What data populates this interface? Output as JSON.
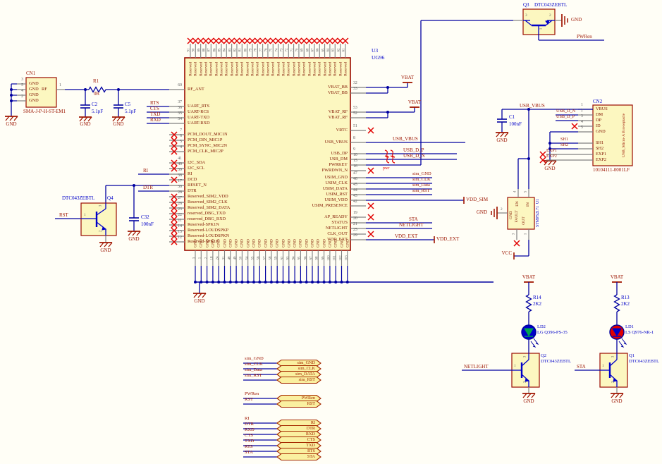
{
  "colors": {
    "wire": "#0000a0",
    "stub": "#808080",
    "body_fill": "#fcf7c0",
    "body_border": "#9a0a00",
    "net_label": "#9c1400",
    "designator": "#0000c8",
    "pin_name": "#801400",
    "pin_number": "#606060",
    "x_mark": "#e10000",
    "dot": "#0000a0",
    "gnd_symbol": "#a01400",
    "port_fill": "#faf0a0",
    "port_border": "#a52a00",
    "led2_color": "#00a550",
    "led1_color": "#e00000"
  },
  "u3": {
    "designator": "U3",
    "part": "UG96",
    "left_pins": [
      {
        "n": "60",
        "name": "RF_ANT"
      },
      {
        "n": "37",
        "name": "UART_RTS"
      },
      {
        "n": "36",
        "name": "UART-RCS"
      },
      {
        "n": "35",
        "name": "UART-TXD"
      },
      {
        "n": "34",
        "name": "UART-RXD"
      },
      {
        "n": "7",
        "name": "PCM_DOUT_MIC1N",
        "nc": true
      },
      {
        "n": "6",
        "name": "PCM_DIN_MIC1P",
        "nc": true
      },
      {
        "n": "5",
        "name": "PCM_SYNC_MIC2N",
        "nc": true
      },
      {
        "n": "4",
        "name": "PCM_CLK_MIC2P",
        "nc": true
      },
      {
        "n": "41",
        "name": "I2C_SDA",
        "nc": true
      },
      {
        "n": "40",
        "name": "I2C_SCL",
        "nc": true
      },
      {
        "n": "39",
        "name": "RI"
      },
      {
        "n": "38",
        "name": "DCD",
        "nc": true
      },
      {
        "n": "17",
        "name": "RESET_N"
      },
      {
        "n": "30",
        "name": "DTR"
      },
      {
        "n": "28",
        "name": "Reserved_SIM2_VDD",
        "nc": true
      },
      {
        "n": "27",
        "name": "Reserved_SIM2_CLK",
        "nc": true
      },
      {
        "n": "26",
        "name": "Reserved_SIM2_DATA",
        "nc": true
      },
      {
        "n": "23",
        "name": "reserved_DBG_TXD",
        "nc": true
      },
      {
        "n": "22",
        "name": "reserved_DBG_RXD",
        "nc": true
      },
      {
        "n": "11",
        "name": "Reserved-SPK1N",
        "nc": true
      },
      {
        "n": "14",
        "name": "Reserved-LOUDSPKP",
        "nc": true
      },
      {
        "n": "13",
        "name": "Reserved-LOUDSPKN",
        "nc": true
      },
      {
        "n": "12",
        "name": "Reserved-SPK1P",
        "nc": true
      }
    ],
    "right_pins": [
      {
        "n": "32",
        "name": "VBAT_BB"
      },
      {
        "n": "33",
        "name": "VBAT_BB"
      },
      {
        "n": "53",
        "name": "VBAT_RF"
      },
      {
        "n": "52",
        "name": "VBAT_RF"
      },
      {
        "n": "51",
        "name": "VRTC",
        "nc": true
      },
      {
        "n": "8",
        "name": "USB_VBUS"
      },
      {
        "n": "9",
        "name": "USB_DP"
      },
      {
        "n": "10",
        "name": "USB_DM"
      },
      {
        "n": "15",
        "name": "PWRKEY"
      },
      {
        "n": "16",
        "name": "PWRDWN_N",
        "nc": true
      },
      {
        "n": "47",
        "name": "USIM_GND"
      },
      {
        "n": "46",
        "name": "USIM_CLK"
      },
      {
        "n": "45",
        "name": "USIM_DATA"
      },
      {
        "n": "44",
        "name": "USIM_RST"
      },
      {
        "n": "43",
        "name": "USIM_VDD"
      },
      {
        "n": "42",
        "name": "USIM_PRESENCE",
        "nc": true
      },
      {
        "n": "19",
        "name": "AP_READY",
        "nc": true
      },
      {
        "n": "20",
        "name": "STATUS"
      },
      {
        "n": "21",
        "name": "NETLIGHT"
      },
      {
        "n": "25",
        "name": "CLK_OUT",
        "nc": true
      },
      {
        "n": "29",
        "name": "VDD_EXT"
      }
    ],
    "top_pin_name": "Reserved",
    "top_pin_numbers": [
      "91",
      "90",
      "89",
      "88",
      "87",
      "86",
      "85",
      "84",
      "83",
      "82",
      "81",
      "80",
      "79",
      "78",
      "77",
      "76",
      "75",
      "74",
      "73",
      "72",
      "71",
      "70",
      "69",
      "68",
      "67",
      "66",
      "65",
      "64",
      "63",
      "62",
      "61"
    ],
    "bottom_pin_name": "GND",
    "bottom_pin_numbers": [
      "3",
      "1",
      "2",
      "18",
      "24",
      "31",
      "48",
      "49",
      "50",
      "54",
      "55",
      "56",
      "57",
      "58",
      "59",
      "92",
      "93",
      "94",
      "95",
      "96",
      "97",
      "98",
      "99",
      "100",
      "101",
      "102",
      "103"
    ]
  },
  "cn1": {
    "designator": "CN1",
    "part": "SMA-J-P-H-ST-EM1",
    "rf_label": "RF",
    "pin_name": "GND",
    "left_pin_numbers": [
      "3",
      "5",
      "4",
      "2"
    ],
    "right_pin_number": "1"
  },
  "cn2": {
    "designator": "CN2",
    "part": "10104111-0001LF",
    "description": "USB_Micro-A B receptacle",
    "pins": [
      {
        "n": "1",
        "name": "VBUS"
      },
      {
        "n": "2",
        "name": "DM"
      },
      {
        "n": "3",
        "name": "DP"
      },
      {
        "n": "4",
        "name": "ID",
        "nc": true
      },
      {
        "n": "5",
        "name": "GND"
      },
      {
        "n": "",
        "name": "SH1"
      },
      {
        "n": "",
        "name": "SH2"
      },
      {
        "n": "",
        "name": "EXP1",
        "nc": true
      },
      {
        "n": "",
        "name": "EXP2",
        "nc": true
      }
    ]
  },
  "u1": {
    "designator": "U1",
    "part": "STMPS2171",
    "vertical_label": "STMPS2171  U1",
    "pin_names": {
      "en": "EN",
      "in": "IN",
      "gnd": "GND",
      "fault": "FAULT",
      "out": "OUT"
    },
    "pin_numbers": {
      "en": "4",
      "in": "5",
      "gnd": "2",
      "fault": "3",
      "out": "1"
    }
  },
  "q1": {
    "designator": "Q1",
    "part": "DTC043ZEBTL",
    "pins": [
      "1",
      "2",
      "3"
    ]
  },
  "q2": {
    "designator": "Q2",
    "part": "DTC043ZEBTL",
    "pins": [
      "1",
      "2",
      "3"
    ]
  },
  "q3": {
    "designator": "Q3",
    "part": "DTC043ZEBTL",
    "pins": [
      "1",
      "2",
      "3"
    ]
  },
  "q4": {
    "designator": "Q4",
    "part": "DTC043ZEBTL",
    "pins": [
      "1",
      "2",
      "3"
    ]
  },
  "r1": {
    "designator": "R1",
    "value": "0R"
  },
  "r13": {
    "designator": "R13",
    "value": "2K2"
  },
  "r14": {
    "designator": "R14",
    "value": "2K2"
  },
  "c1": {
    "designator": "C1",
    "value": "100nF"
  },
  "c2": {
    "designator": "C2",
    "value": "5.1pF"
  },
  "c5": {
    "designator": "C5",
    "value": "5.1pF"
  },
  "c32": {
    "designator": "C32",
    "value": "100nF"
  },
  "ld1": {
    "designator": "LD1",
    "part": "LS Q976-NR-1"
  },
  "ld2": {
    "designator": "LD2",
    "part": "LG Q396-PS-35"
  },
  "net_labels": {
    "gnd": "GND",
    "vbat": "VBAT",
    "vcc": "VCC",
    "rts": "RTS",
    "cts": "CTS",
    "txd": "TXD",
    "rxd": "RXD",
    "ri": "RI",
    "dtr": "DTR",
    "rst": "RST",
    "pwren": "PWRen",
    "pwr": "pwr",
    "usb_vbus": "USB_VBUS",
    "usb_d_p": "USB_D_P",
    "usb_d_n": "USB_D_N",
    "vdd_sim": "VDD_SIM",
    "vdd_ext": "VDD_EXT",
    "sim_gnd": "sim_GND",
    "sim_clk": "sim_CLK",
    "sim_data": "sim_Data",
    "sim_rst": "sim_RST",
    "sta": "STA",
    "netlight": "NETLIGHT",
    "sh1": "SH1",
    "sh2": "SH2",
    "exp1": "EXP1",
    "exp2": "EXP2"
  },
  "ports": {
    "sim": [
      {
        "wire": "sim_GND",
        "port": "sim_GND"
      },
      {
        "wire": "sim_CLK",
        "port": "sim_CLK"
      },
      {
        "wire": "sim_Data",
        "port": "sim_DATA"
      },
      {
        "wire": "sim_RST",
        "port": "sim_RST"
      }
    ],
    "ctrl": [
      {
        "wire": "PWRen",
        "port": "PWRen"
      },
      {
        "wire": "RST",
        "port": "RST"
      }
    ],
    "uart": [
      {
        "wire": "RI",
        "port": "RI"
      },
      {
        "wire": "DTR",
        "port": "DTR"
      },
      {
        "wire": "RXD",
        "port": "RXD"
      },
      {
        "wire": "CTS",
        "port": "CTS"
      },
      {
        "wire": "TXD",
        "port": "TXD"
      },
      {
        "wire": "RTS",
        "port": "RTS"
      },
      {
        "wire": "STA",
        "port": "STA"
      }
    ]
  }
}
